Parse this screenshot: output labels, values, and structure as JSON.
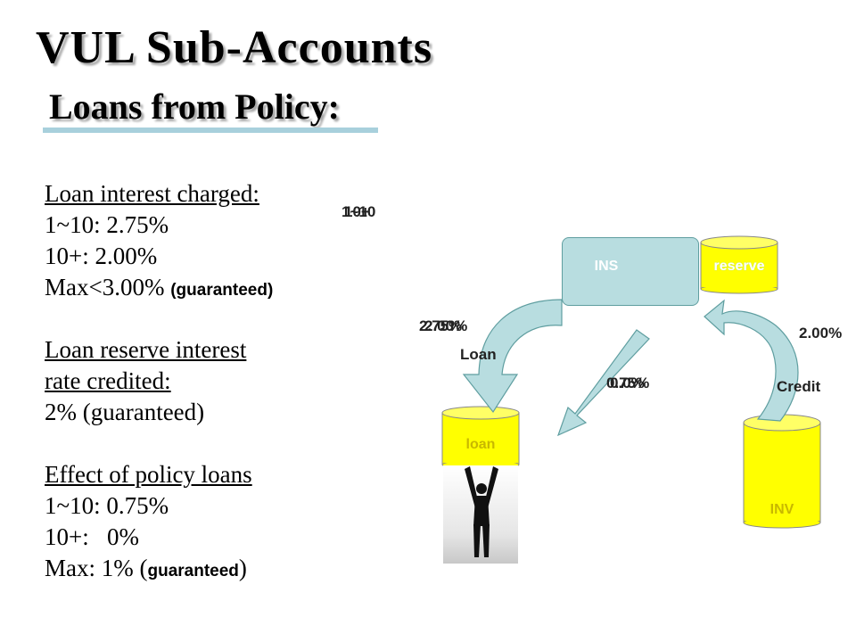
{
  "title": "VUL Sub-Accounts",
  "subtitle": "Loans from Policy:",
  "left_text": {
    "loan_interest_heading": "Loan interest charged:",
    "loan_interest_1_10": "1~10: 2.75%",
    "loan_interest_10_plus": "10+: 2.00%",
    "loan_interest_max": "Max<3.00% ",
    "loan_interest_max_note": "(guaranteed)",
    "reserve_heading_1": "Loan reserve interest",
    "reserve_heading_2": "rate credited:",
    "reserve_rate": "2% (guaranteed)",
    "effect_heading": "Effect of policy loans",
    "effect_1_10": "1~10: 0.75%",
    "effect_10_plus": "10+:   0%",
    "effect_max_prefix": "Max: 1% (",
    "effect_max_note": "guaranteed",
    "effect_max_suffix": ")"
  },
  "diagram": {
    "period_label_a": "1~10",
    "period_label_b": "10+",
    "ins_label": "INS",
    "reserve_label": "reserve",
    "loan_rate_a": "2.75%",
    "loan_rate_b": "2.00%",
    "loan_label": "Loan",
    "effect_rate_a": "0.75%",
    "effect_rate_b": "0.0%",
    "credit_rate": "2.00%",
    "credit_label": "Credit",
    "loan_cyl_label": "loan",
    "inv_label": "INV"
  },
  "colors": {
    "cylinder_yellow": "#ffff00",
    "ins_box": "#b8dde0",
    "arrow_fill": "#b8dde0",
    "underline_accent": "#a8d0dc"
  }
}
